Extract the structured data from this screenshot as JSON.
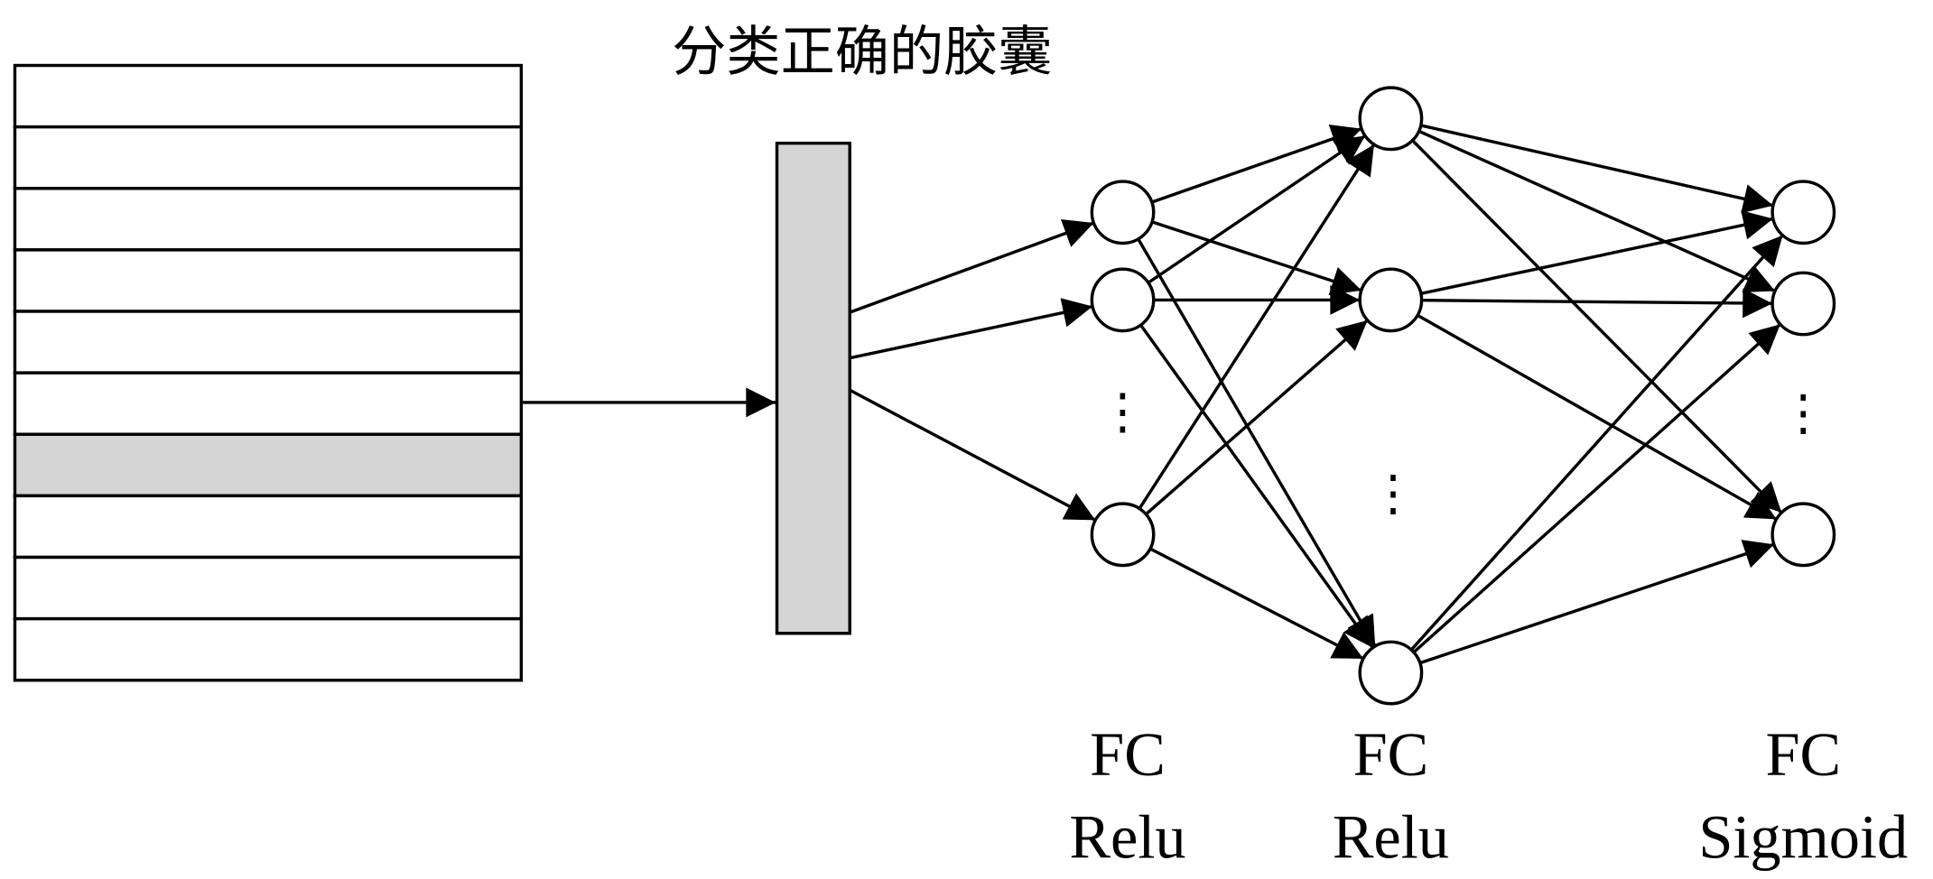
{
  "title": "分类正确的胶囊",
  "colors": {
    "highlight": "#d4d4d4",
    "stroke": "#000000",
    "background": "#ffffff"
  },
  "input_matrix": {
    "rows": 10,
    "highlighted_row": 6
  },
  "layers": [
    {
      "name": "FC",
      "activation": "Relu",
      "visible_nodes": 3
    },
    {
      "name": "FC",
      "activation": "Relu",
      "visible_nodes": 3
    },
    {
      "name": "FC",
      "activation": "Sigmoid",
      "visible_nodes": 3
    }
  ],
  "ellipsis": "⋮"
}
